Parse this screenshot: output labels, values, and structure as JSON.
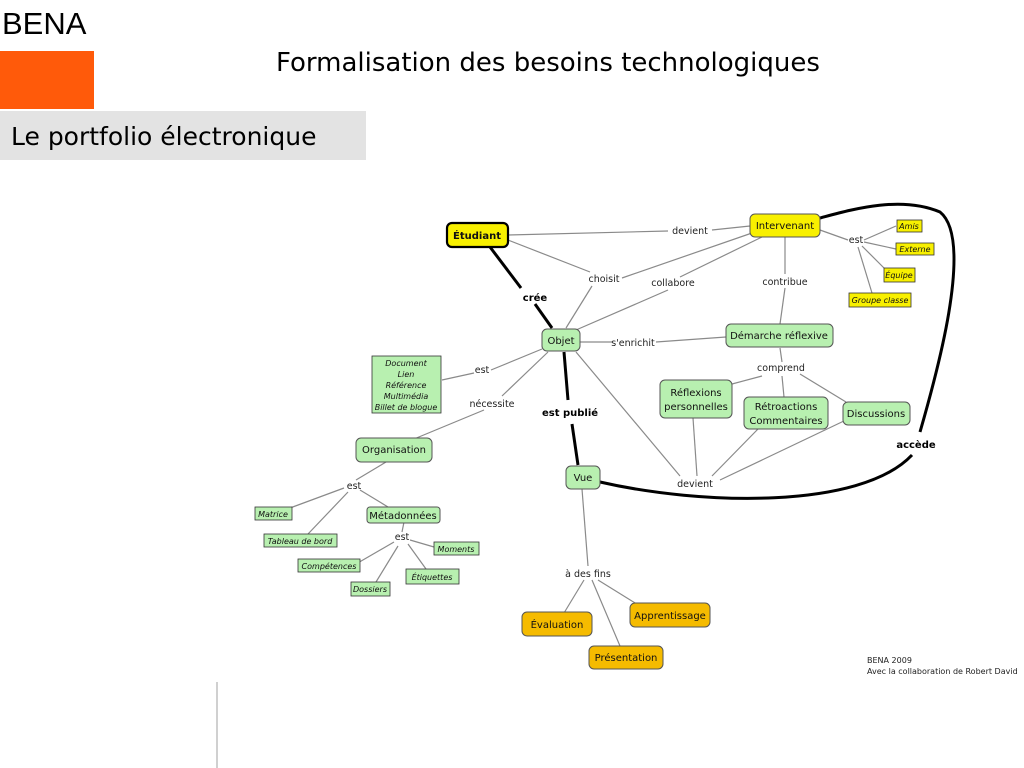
{
  "slide": {
    "brand": "BENA",
    "title": "Formalisation des besoins technologiques",
    "subtitle": "Le portfolio électronique",
    "colors": {
      "accent_orange": "#ff5a0a",
      "subtitle_bg": "#e3e3e3"
    }
  },
  "concept_map": {
    "nodes": {
      "etudiant": "Étudiant",
      "intervenant": "Intervenant",
      "objet": "Objet",
      "demarche": "Démarche réflexive",
      "reflexions_1": "Réflexions",
      "reflexions_2": "personnelles",
      "retroactions_1": "Rétroactions",
      "retroactions_2": "Commentaires",
      "discussions": "Discussions",
      "organisation": "Organisation",
      "metadonnees": "Métadonnées",
      "vue": "Vue",
      "evaluation": "Évaluation",
      "apprentissage": "Apprentissage",
      "presentation": "Présentation"
    },
    "intervenant_types": [
      "Amis",
      "Externe",
      "Équipe",
      "Groupe classe"
    ],
    "objet_types": [
      "Document",
      "Lien",
      "Référence",
      "Multimédia",
      "Billet de blogue"
    ],
    "organisation_items": [
      "Matrice",
      "Tableau de bord"
    ],
    "metadonnees_items": [
      "Moments",
      "Compétences",
      "Étiquettes",
      "Dossiers"
    ],
    "links": {
      "devient_top": "devient",
      "est_intervenant": "est",
      "choisit": "choisit",
      "collabore": "collabore",
      "contribue": "contribue",
      "cree": "crée",
      "senrichit": "s'enrichit",
      "comprend": "comprend",
      "est_objet": "est",
      "necessite": "nécessite",
      "est_publie": "est publié",
      "accede": "accède",
      "devient_bottom": "devient",
      "est_organisation": "est",
      "est_metadonnees": "est",
      "a_des_fins": "à des fins"
    },
    "colors": {
      "green": "#b8f0b0",
      "yellow": "#f8f000",
      "orange": "#f5bb00"
    }
  },
  "credit": {
    "line1": "BENA 2009",
    "line2": "Avec la collaboration de Robert David"
  }
}
